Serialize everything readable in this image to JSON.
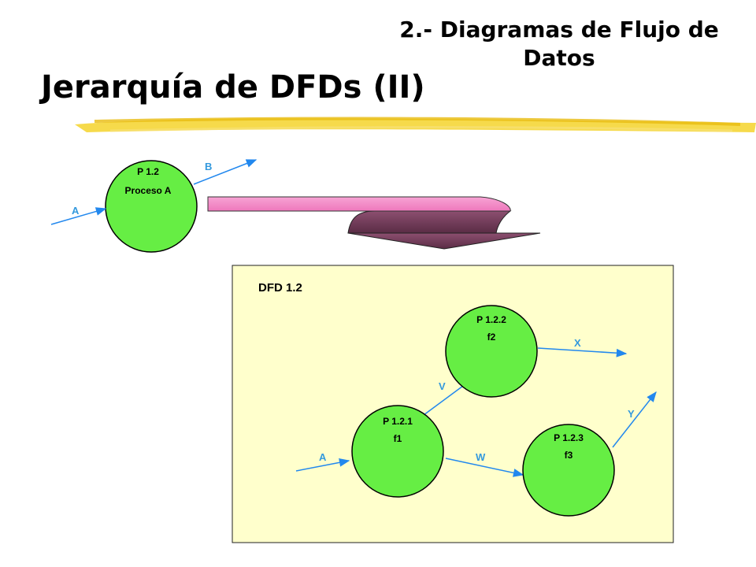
{
  "header": {
    "section_title_line1": "2.- Diagramas de Flujo de",
    "section_title_line2": "Datos",
    "main_title": "Jerarquía de DFDs (II)"
  },
  "parent_process": {
    "id": "P 1.2",
    "name": "Proceso A",
    "input_flow": "A",
    "output_flow": "B"
  },
  "subdiagram": {
    "title": "DFD 1.2",
    "processes": [
      {
        "id": "P 1.2.1",
        "name": "f1"
      },
      {
        "id": "P 1.2.2",
        "name": "f2"
      },
      {
        "id": "P 1.2.3",
        "name": "f3"
      }
    ],
    "flows": {
      "input": "A",
      "f1_to_f2": "V",
      "f1_to_f3": "W",
      "f2_out": "X",
      "f3_out": "Y"
    }
  },
  "colors": {
    "process_fill": "#66ee44",
    "flow_line": "#2288ee",
    "flow_label": "#3399dd",
    "panel_fill": "#ffffcc",
    "arrow_pink": "#f58bc8",
    "arrow_dark": "#6b3a55",
    "highlighter": "#f2cc22"
  }
}
